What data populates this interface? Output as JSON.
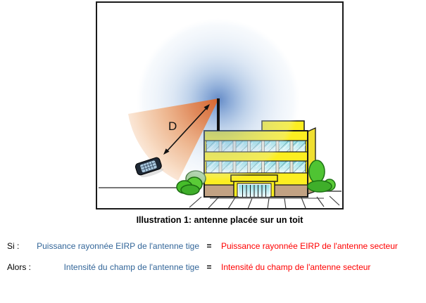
{
  "figure": {
    "caption": "Illustration 1: antenne placée sur un toit",
    "distance_label": "D"
  },
  "statements": {
    "row1": {
      "label": "Si :",
      "left_clause": "Puissance rayonnée EIRP de l'antenne tige",
      "equals": "=",
      "right_clause": "Puissance rayonnée EIRP de l'antenne secteur"
    },
    "row2": {
      "label": "Alors :",
      "left_clause": "Intensité du champ de l'antenne tige",
      "equals": "=",
      "right_clause": "Intensité du champ de l'antenne secteur"
    }
  },
  "colors": {
    "statement_blue": "#336699",
    "statement_red": "#ff0000",
    "radiation_blue": "#3e6eb9",
    "beam_orange": "#e1662a",
    "building_yellow": "#fcee21",
    "building_base_tan": "#c2a283",
    "bush_green": "#46bd2a"
  }
}
